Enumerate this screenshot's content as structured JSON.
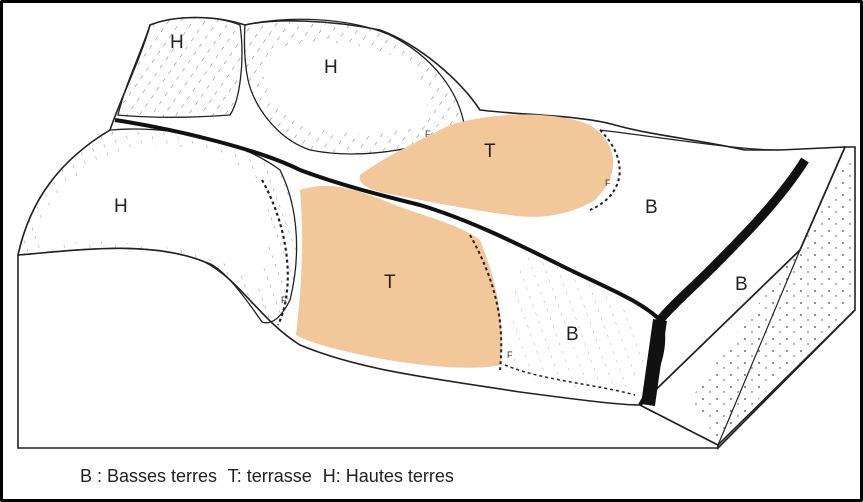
{
  "diagram": {
    "zone_labels": {
      "h1": "H",
      "h2": "H",
      "h3": "H",
      "t1": "T",
      "t2": "T",
      "b1": "B",
      "b2": "B",
      "b3": "B"
    },
    "f_label": "F",
    "colors": {
      "terrace": "#f2c79a",
      "line": "#222222",
      "river": "#111111",
      "background": "#ffffff"
    }
  },
  "legend": {
    "basses": "B : Basses terres",
    "terrasse": "T: terrasse",
    "hautes": "H: Hautes terres"
  }
}
